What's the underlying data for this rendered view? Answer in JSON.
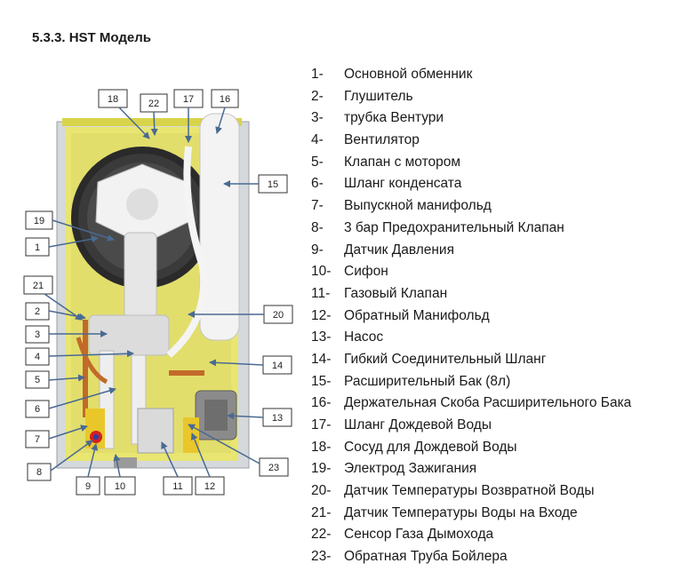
{
  "title": "5.3.3. HST Модель",
  "colors": {
    "frame": "#c9d33a",
    "panel": "#ece874",
    "arrow": "#4a6a92",
    "box": "#333333"
  },
  "callouts": [
    "1",
    "2",
    "3",
    "4",
    "5",
    "6",
    "7",
    "8",
    "9",
    "10",
    "11",
    "12",
    "13",
    "14",
    "15",
    "16",
    "17",
    "18",
    "19",
    "20",
    "21",
    "22",
    "23"
  ],
  "legend": [
    {
      "num": "1-",
      "text": "Основной обменник"
    },
    {
      "num": "2-",
      "text": "Глушитель"
    },
    {
      "num": "3-",
      "text": "трубка Вентури"
    },
    {
      "num": "4-",
      "text": "Вентилятор"
    },
    {
      "num": "5-",
      "text": "Клапан с мотором"
    },
    {
      "num": "6-",
      "text": "Шланг конденсата"
    },
    {
      "num": "7-",
      "text": "Выпускной манифольд"
    },
    {
      "num": "8-",
      "text": "3 бар Предохранительный Клапан"
    },
    {
      "num": "9-",
      "text": "Датчик Давления"
    },
    {
      "num": "10-",
      "text": "Сифон"
    },
    {
      "num": "11-",
      "text": "Газовый Клапан"
    },
    {
      "num": "12-",
      "text": "Обратный Манифольд"
    },
    {
      "num": "13-",
      "text": "Насос"
    },
    {
      "num": "14-",
      "text": "Гибкий Соединительный Шланг"
    },
    {
      "num": "15-",
      "text": "Расширительный Бак (8л)"
    },
    {
      "num": "16-",
      "text": "Держательная Скоба Расширительного Бака"
    },
    {
      "num": "17-",
      "text": "Шланг Дождевой Воды"
    },
    {
      "num": "18-",
      "text": "Сосуд для Дождевой Воды"
    },
    {
      "num": "19-",
      "text": "Электрод Зажигания"
    },
    {
      "num": "20-",
      "text": "Датчик Температуры Возвратной Воды"
    },
    {
      "num": "21-",
      "text": "Датчик Температуры Воды на Входе"
    },
    {
      "num": "22-",
      "text": "Сенсор Газа Дымохода"
    },
    {
      "num": "23-",
      "text": "Обратная Труба Бойлера"
    }
  ]
}
